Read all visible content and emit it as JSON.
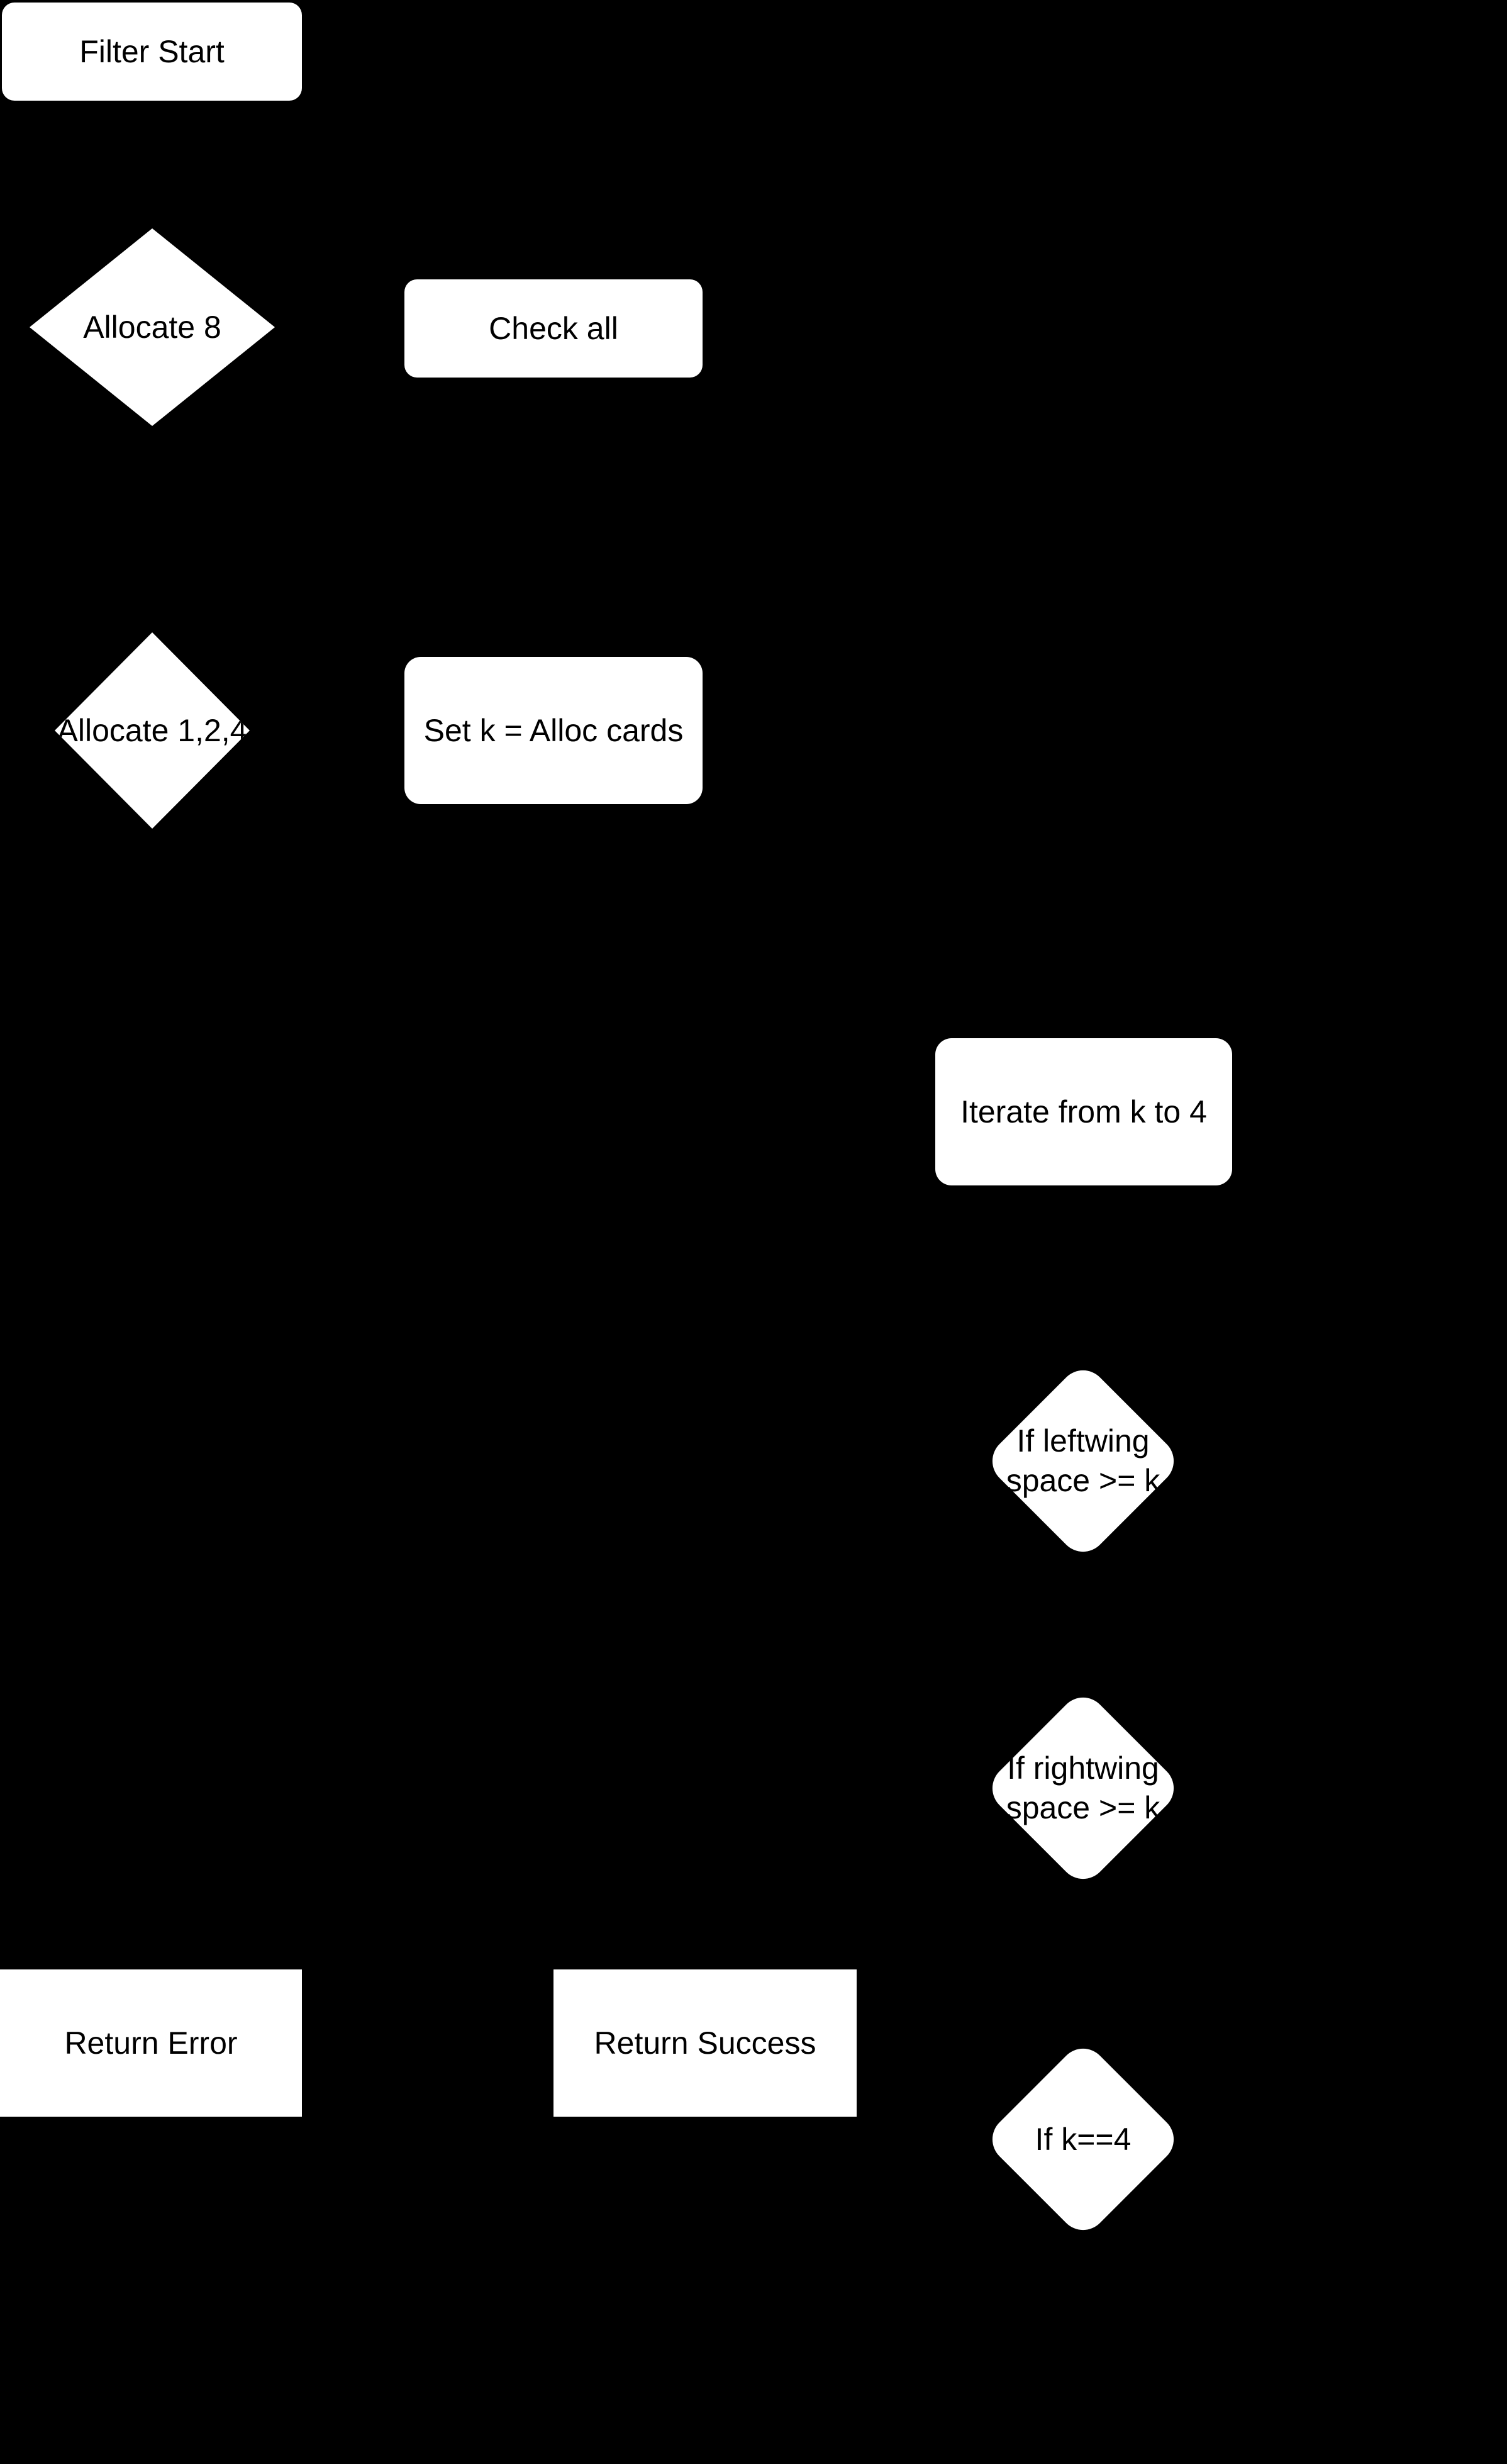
{
  "diagram": {
    "title": "Flowchart",
    "background_color": "#000000",
    "node_fill_color": "#ffffff",
    "node_text_color": "#000000",
    "nodes": [
      {
        "id": "filter-start",
        "shape": "rounded-rect",
        "label": "Filter Start"
      },
      {
        "id": "allocate-8",
        "shape": "diamond",
        "label": "Allocate 8"
      },
      {
        "id": "check-all",
        "shape": "rounded-rect",
        "label": "Check all"
      },
      {
        "id": "allocate-1-2-4",
        "shape": "diamond",
        "label": "Allocate 1,2,4"
      },
      {
        "id": "set-k",
        "shape": "rounded-rect",
        "label": "Set k = Alloc cards"
      },
      {
        "id": "iterate",
        "shape": "rounded-rect",
        "label": "Iterate from k to 4"
      },
      {
        "id": "if-leftwing",
        "shape": "rounded-diamond",
        "lines": [
          "If leftwing",
          "space >= k"
        ]
      },
      {
        "id": "if-rightwing",
        "shape": "rounded-diamond",
        "lines": [
          "If rightwing",
          "space >= k"
        ]
      },
      {
        "id": "return-error",
        "shape": "rect",
        "label": "Return Error"
      },
      {
        "id": "return-success",
        "shape": "rect",
        "label": "Return Success"
      },
      {
        "id": "if-k-equals-4",
        "shape": "rounded-diamond",
        "label": "If k==4"
      }
    ]
  }
}
